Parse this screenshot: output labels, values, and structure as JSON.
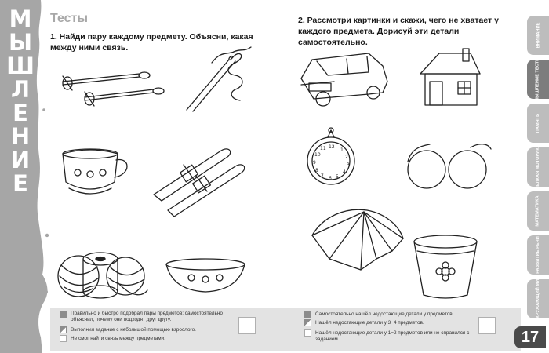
{
  "sidebar_letters": [
    "М",
    "Ы",
    "Ш",
    "Л",
    "Е",
    "Н",
    "И",
    "Е"
  ],
  "section_title": "Тесты",
  "task1": {
    "text": "1. Найди пару каждому предмету. Объясни, какая между ними связь."
  },
  "task2": {
    "text": "2. Рассмотри картинки и скажи, чего не хватает у каждого предмета. Дорисуй эти детали самостоятельно."
  },
  "tabs": [
    {
      "label": "ВНИМАНИЕ",
      "active": false
    },
    {
      "label": "МЫШЛЕНИЕ ТЕСТЫ",
      "active": true
    },
    {
      "label": "ПАМЯТЬ",
      "active": false
    },
    {
      "label": "МЕЛКАЯ МОТОРИКА",
      "active": false
    },
    {
      "label": "МАТЕМАТИКА",
      "active": false
    },
    {
      "label": "РАЗВИТИЕ РЕЧИ",
      "active": false
    },
    {
      "label": "ОКРУЖАЮЩИЙ МИР",
      "active": false
    }
  ],
  "page_number": "17",
  "assessment": {
    "left": [
      {
        "marker": "gray",
        "text": "Правильно и быстро подобрал пары предметов; самостоятельно объяснил, почему они подходят друг другу."
      },
      {
        "marker": "half",
        "text": "Выполнил задание с небольшой помощью взрослого."
      },
      {
        "marker": "white",
        "text": "Не смог найти связь между предметами."
      }
    ],
    "right": [
      {
        "marker": "gray",
        "text": "Самостоятельно нашёл недостающие детали у предметов."
      },
      {
        "marker": "half",
        "text": "Нашёл недостающие детали у 3−4 предметов."
      },
      {
        "marker": "white",
        "text": "Нашёл недостающие детали у 1−2 предметов или не справился с заданием."
      }
    ]
  }
}
